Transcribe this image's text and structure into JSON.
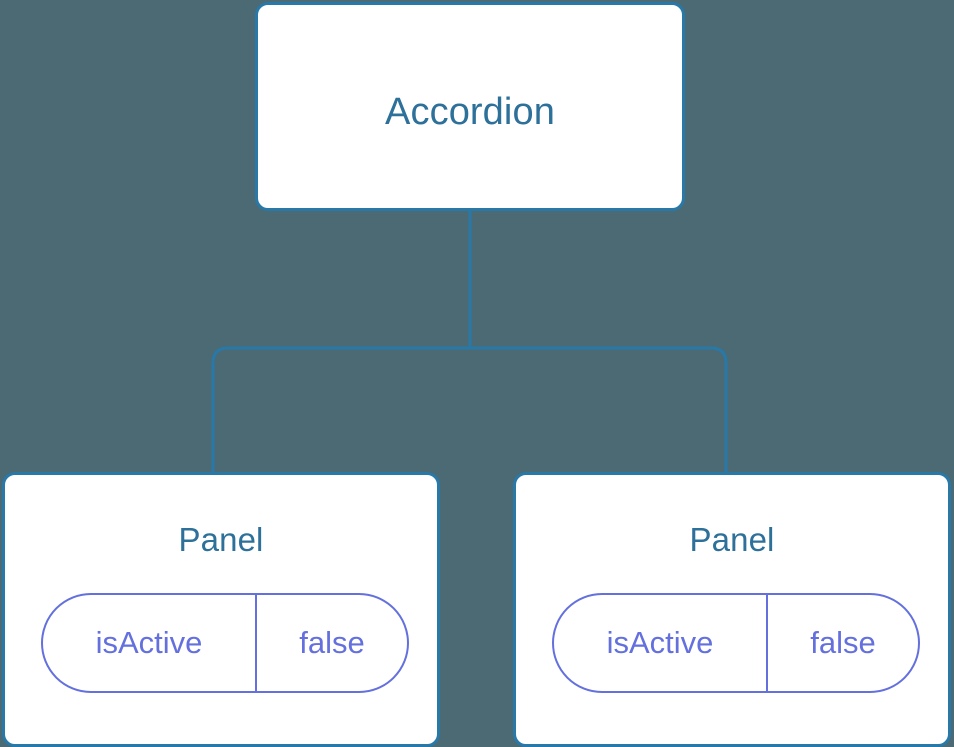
{
  "diagram": {
    "type": "component-tree",
    "background_color": "#4b6a73",
    "node_border_color": "#2878a8",
    "node_fill_color": "#ffffff",
    "node_label_color": "#2d7099",
    "edge_color": "#2878a8",
    "pill_color": "#6370dd",
    "root": {
      "name": "root-node",
      "label": "Accordion"
    },
    "children": [
      {
        "name": "panel-node-left",
        "label": "Panel",
        "state": {
          "key": "isActive",
          "value": "false"
        }
      },
      {
        "name": "panel-node-right",
        "label": "Panel",
        "state": {
          "key": "isActive",
          "value": "false"
        }
      }
    ]
  }
}
